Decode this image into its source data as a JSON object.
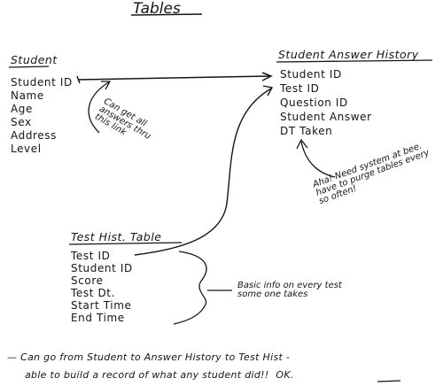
{
  "title": "Tables",
  "student_table": {
    "header": "Student",
    "fields": [
      "Student ID",
      "Name",
      "Age",
      "Sex",
      "Address",
      "Level"
    ]
  },
  "answer_history_table": {
    "header": "Student Answer History",
    "fields": [
      "Student ID",
      "Test ID",
      "Question ID",
      "Student Answer",
      "DT Taken"
    ]
  },
  "test_hist_table": {
    "header": "Test Hist. Table",
    "fields": [
      "Test ID",
      "Student ID",
      "Score",
      "Test Dt.",
      "Start Time",
      "End Time"
    ]
  },
  "annotations": {
    "link_note": [
      "Can get all",
      "answers thru",
      "this link"
    ],
    "purge_note": [
      "Aha! Need system at bee.",
      "have to purge tables every",
      "so often!"
    ],
    "test_info_note": [
      "Basic info on every test",
      "some one takes"
    ],
    "footer_line1": "— Can go from Student to Answer History to Test Hist -",
    "footer_line2": "able to build a record of what any student did!!",
    "footer_ok": "OK."
  },
  "colors": {
    "ink": "#151515",
    "paper": "#ffffff"
  }
}
